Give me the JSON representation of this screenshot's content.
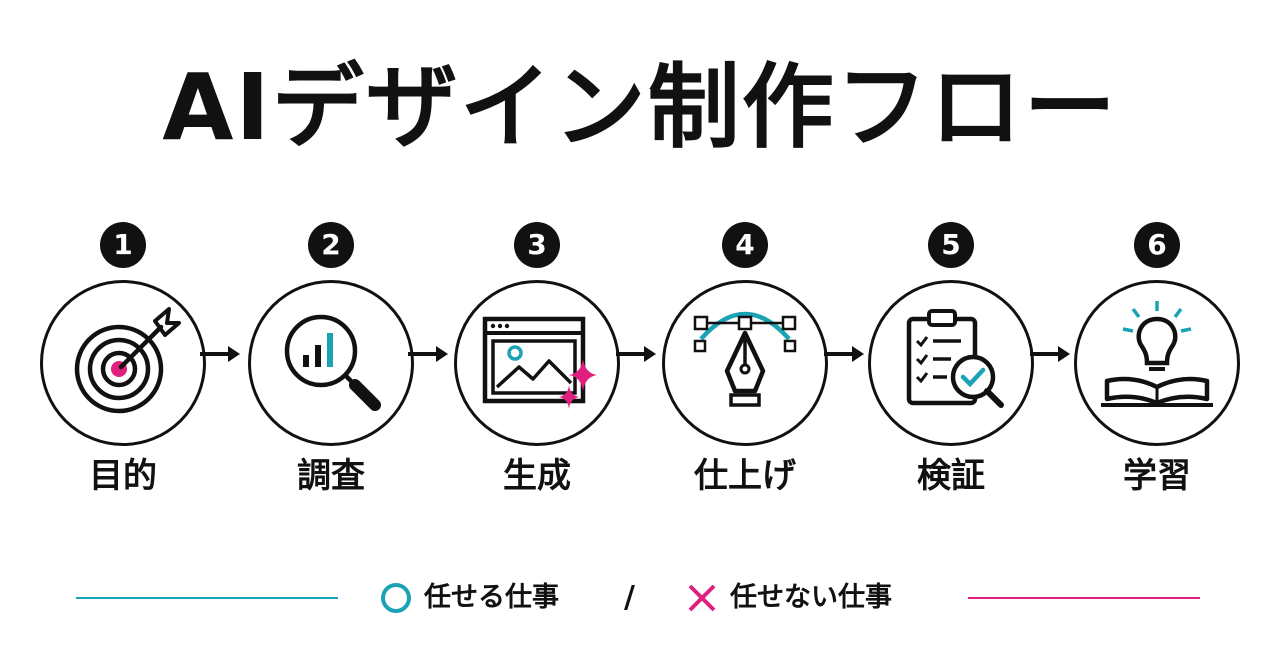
{
  "title": "AIデザイン制作フロー",
  "steps": [
    {
      "number": "1",
      "label": "目的",
      "icon": "target-icon"
    },
    {
      "number": "2",
      "label": "調査",
      "icon": "magnifier-chart-icon"
    },
    {
      "number": "3",
      "label": "生成",
      "icon": "image-generate-icon"
    },
    {
      "number": "4",
      "label": "仕上げ",
      "icon": "pen-tool-icon"
    },
    {
      "number": "5",
      "label": "検証",
      "icon": "checklist-search-icon"
    },
    {
      "number": "6",
      "label": "学習",
      "icon": "book-lightbulb-icon"
    }
  ],
  "legend": {
    "ok_label": "任せる仕事",
    "ok_symbol": "circle-icon",
    "separator": "/",
    "ng_label": "任せない仕事",
    "ng_symbol": "cross-icon"
  },
  "colors": {
    "accent_teal": "#1aa3b5",
    "accent_pink": "#e0207f",
    "ink": "#111111"
  }
}
